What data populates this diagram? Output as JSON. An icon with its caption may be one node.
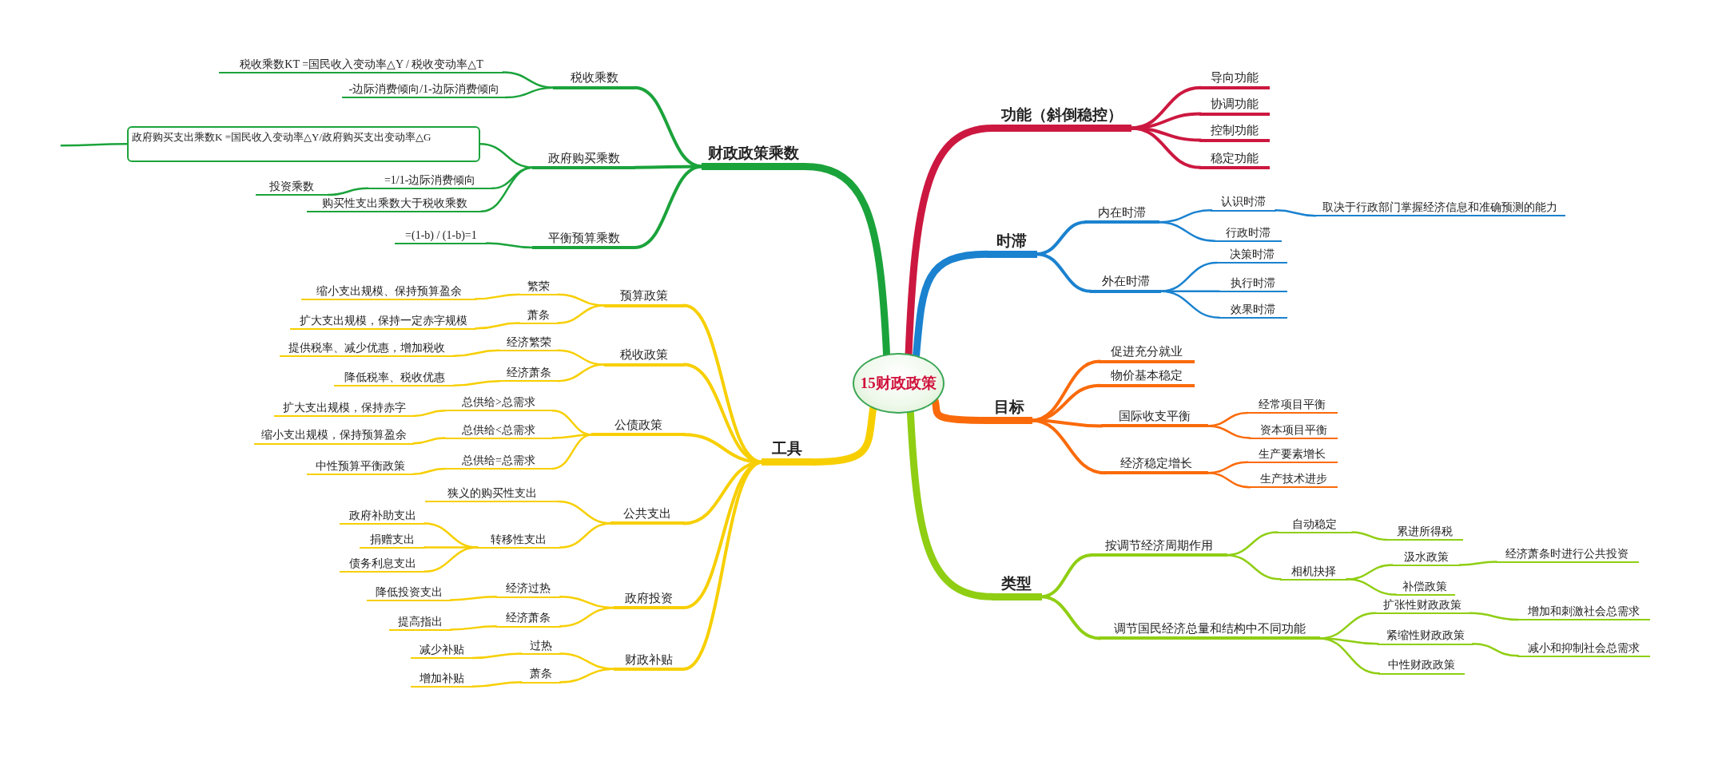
{
  "diagram": {
    "nodes": [
      {
        "text": [
          "15财政政策"
        ]
      },
      {
        "text": [
          "财政政策乘数"
        ]
      },
      {
        "text": [
          "税收乘数"
        ]
      },
      {
        "text": [
          "税收乘数KT =国民收入变动率△Y / 税收变动率△T"
        ]
      },
      {
        "text": [
          "-边际消费倾向/1-边际消费倾向"
        ]
      },
      {
        "text": [
          "政府购买乘数"
        ]
      },
      {
        "text": [
          "政府购买支出乘数K =国民收入变动率△Y/政府购买支出变动率△G"
        ]
      },
      {
        "text": [
          "=1/1-边际消费倾向"
        ]
      },
      {
        "text": [
          "投资乘数"
        ]
      },
      {
        "text": [
          "购买性支出乘数大于税收乘数"
        ]
      },
      {
        "text": [
          "平衡预算乘数"
        ]
      },
      {
        "text": [
          "=(1-b) / (1-b)=1"
        ]
      },
      {
        "text": [
          "工具"
        ]
      },
      {
        "text": [
          "预算政策"
        ]
      },
      {
        "text": [
          "繁荣"
        ]
      },
      {
        "text": [
          "缩小支出规模、保持预算盈余"
        ]
      },
      {
        "text": [
          "萧条"
        ]
      },
      {
        "text": [
          "扩大支出规模，保持一定赤字规模"
        ]
      },
      {
        "text": [
          "税收政策"
        ]
      },
      {
        "text": [
          "经济繁荣"
        ]
      },
      {
        "text": [
          "提供税率、减少优惠，增加税收"
        ]
      },
      {
        "text": [
          "经济萧条"
        ]
      },
      {
        "text": [
          "降低税率、税收优惠"
        ]
      },
      {
        "text": [
          "公债政策"
        ]
      },
      {
        "text": [
          "总供给>总需求"
        ]
      },
      {
        "text": [
          "扩大支出规模，保持赤字"
        ]
      },
      {
        "text": [
          "总供给<总需求"
        ]
      },
      {
        "text": [
          "缩小支出规模，保持预算盈余"
        ]
      },
      {
        "text": [
          "总供给=总需求"
        ]
      },
      {
        "text": [
          "中性预算平衡政策"
        ]
      },
      {
        "text": [
          "公共支出"
        ]
      },
      {
        "text": [
          "狭义的购买性支出"
        ]
      },
      {
        "text": [
          "转移性支出"
        ]
      },
      {
        "text": [
          "政府补助支出"
        ]
      },
      {
        "text": [
          "捐赠支出"
        ]
      },
      {
        "text": [
          "债务利息支出"
        ]
      },
      {
        "text": [
          "政府投资"
        ]
      },
      {
        "text": [
          "经济过热"
        ]
      },
      {
        "text": [
          "降低投资支出"
        ]
      },
      {
        "text": [
          "经济萧条"
        ]
      },
      {
        "text": [
          "提高指出"
        ]
      },
      {
        "text": [
          "财政补贴"
        ]
      },
      {
        "text": [
          "过热"
        ]
      },
      {
        "text": [
          "减少补贴"
        ]
      },
      {
        "text": [
          "萧条"
        ]
      },
      {
        "text": [
          "增加补贴"
        ]
      },
      {
        "text": [
          "功能（斜倒稳控）"
        ]
      },
      {
        "text": [
          "导向功能"
        ]
      },
      {
        "text": [
          "协调功能"
        ]
      },
      {
        "text": [
          "控制功能"
        ]
      },
      {
        "text": [
          "稳定功能"
        ]
      },
      {
        "text": [
          "时滞"
        ]
      },
      {
        "text": [
          "内在时滞"
        ]
      },
      {
        "text": [
          "认识时滞"
        ]
      },
      {
        "text": [
          "取决于行政部门掌握经济信息和准确预测的能力"
        ]
      },
      {
        "text": [
          "行政时滞"
        ]
      },
      {
        "text": [
          "外在时滞"
        ]
      },
      {
        "text": [
          "决策时滞"
        ]
      },
      {
        "text": [
          "执行时滞"
        ]
      },
      {
        "text": [
          "效果时滞"
        ]
      },
      {
        "text": [
          "目标"
        ]
      },
      {
        "text": [
          "促进充分就业"
        ]
      },
      {
        "text": [
          "物价基本稳定"
        ]
      },
      {
        "text": [
          "国际收支平衡"
        ]
      },
      {
        "text": [
          "经常项目平衡"
        ]
      },
      {
        "text": [
          "资本项目平衡"
        ]
      },
      {
        "text": [
          "经济稳定增长"
        ]
      },
      {
        "text": [
          "生产要素增长"
        ]
      },
      {
        "text": [
          "生产技术进步"
        ]
      },
      {
        "text": [
          "类型"
        ]
      },
      {
        "text": [
          "按调节经济周期作用"
        ]
      },
      {
        "text": [
          "自动稳定"
        ]
      },
      {
        "text": [
          "累进所得税"
        ]
      },
      {
        "text": [
          "相机抉择"
        ]
      },
      {
        "text": [
          "汲水政策"
        ]
      },
      {
        "text": [
          "经济萧条时进行公共投资"
        ]
      },
      {
        "text": [
          "补偿政策"
        ]
      },
      {
        "text": [
          "调节国民经济总量和结构中不同功能"
        ]
      },
      {
        "text": [
          "扩张性财政政策"
        ]
      },
      {
        "text": [
          "增加和刺激社会总需求"
        ]
      },
      {
        "text": [
          "紧缩性财政政策"
        ]
      },
      {
        "text": [
          "减小和抑制社会总需求"
        ]
      },
      {
        "text": [
          "中性财政政策"
        ]
      }
    ],
    "edges": [
      {
        "from": 0,
        "to": 1,
        "arrow": "none",
        "style": "thick",
        "color": "#1ba33b"
      },
      {
        "from": 1,
        "to": 2,
        "arrow": "none",
        "color": "#1ba33b"
      },
      {
        "from": 2,
        "to": 3,
        "arrow": "none",
        "color": "#1ba33b"
      },
      {
        "from": 2,
        "to": 4,
        "arrow": "none",
        "color": "#1ba33b"
      },
      {
        "from": 1,
        "to": 5,
        "arrow": "none",
        "color": "#1ba33b"
      },
      {
        "from": 5,
        "to": 6,
        "arrow": "none",
        "color": "#1ba33b"
      },
      {
        "from": 6,
        "to": null,
        "arrow": "none",
        "color": "#1ba33b"
      },
      {
        "from": 5,
        "to": 7,
        "arrow": "none",
        "color": "#1ba33b"
      },
      {
        "from": 7,
        "to": 8,
        "arrow": "none",
        "color": "#1ba33b"
      },
      {
        "from": 5,
        "to": 9,
        "arrow": "none",
        "color": "#1ba33b"
      },
      {
        "from": 1,
        "to": 10,
        "arrow": "none",
        "color": "#1ba33b"
      },
      {
        "from": 10,
        "to": 11,
        "arrow": "none",
        "color": "#1ba33b"
      },
      {
        "from": 0,
        "to": 12,
        "arrow": "none",
        "style": "thick"
      },
      {
        "from": 12,
        "to": 13,
        "arrow": "none"
      },
      {
        "from": 13,
        "to": 14,
        "arrow": "none"
      },
      {
        "from": 14,
        "to": 15,
        "arrow": "none"
      },
      {
        "from": 13,
        "to": 16,
        "arrow": "none"
      },
      {
        "from": 16,
        "to": 17,
        "arrow": "none"
      },
      {
        "from": 12,
        "to": 18,
        "arrow": "none"
      },
      {
        "from": 18,
        "to": 19,
        "arrow": "none"
      },
      {
        "from": 19,
        "to": 20,
        "arrow": "none"
      },
      {
        "from": 18,
        "to": 21,
        "arrow": "none"
      },
      {
        "from": 21,
        "to": 22,
        "arrow": "none"
      },
      {
        "from": 12,
        "to": 23,
        "arrow": "none"
      },
      {
        "from": 23,
        "to": 24,
        "arrow": "none"
      },
      {
        "from": 24,
        "to": 25,
        "arrow": "none"
      },
      {
        "from": 23,
        "to": 26,
        "arrow": "none"
      },
      {
        "from": 26,
        "to": 27,
        "arrow": "none"
      },
      {
        "from": 23,
        "to": 28,
        "arrow": "none"
      },
      {
        "from": 28,
        "to": 29,
        "arrow": "none"
      },
      {
        "from": 12,
        "to": 30,
        "arrow": "none"
      },
      {
        "from": 30,
        "to": 31,
        "arrow": "none"
      },
      {
        "from": 30,
        "to": 32,
        "arrow": "none"
      },
      {
        "from": 32,
        "to": 33,
        "arrow": "none"
      },
      {
        "from": 32,
        "to": 34,
        "arrow": "none"
      },
      {
        "from": 32,
        "to": 35,
        "arrow": "none"
      },
      {
        "from": 12,
        "to": 36,
        "arrow": "none"
      },
      {
        "from": 36,
        "to": 37,
        "arrow": "none"
      },
      {
        "from": 37,
        "to": 38,
        "arrow": "none"
      },
      {
        "from": 36,
        "to": 39,
        "arrow": "none"
      },
      {
        "from": 39,
        "to": 40,
        "arrow": "none"
      },
      {
        "from": 12,
        "to": 41,
        "arrow": "none"
      },
      {
        "from": 41,
        "to": 42,
        "arrow": "none"
      },
      {
        "from": 42,
        "to": 43,
        "arrow": "none"
      },
      {
        "from": 41,
        "to": 44,
        "arrow": "none"
      },
      {
        "from": 44,
        "to": 45,
        "arrow": "none"
      },
      {
        "from": 0,
        "to": 46,
        "arrow": "none",
        "style": "thick",
        "color": "#cc1840"
      },
      {
        "from": 46,
        "to": 47,
        "arrow": "none",
        "color": "#cc1840"
      },
      {
        "from": 46,
        "to": 48,
        "arrow": "none",
        "color": "#cc1840"
      },
      {
        "from": 46,
        "to": 49,
        "arrow": "none",
        "color": "#cc1840"
      },
      {
        "from": 46,
        "to": 50,
        "arrow": "none",
        "color": "#cc1840"
      },
      {
        "from": 0,
        "to": 51,
        "arrow": "none",
        "style": "thick",
        "color": "#1b82cf"
      },
      {
        "from": 51,
        "to": 52,
        "arrow": "none",
        "color": "#1b82cf"
      },
      {
        "from": 52,
        "to": 53,
        "arrow": "none",
        "color": "#1b82cf"
      },
      {
        "from": 53,
        "to": 54,
        "arrow": "none",
        "color": "#1b82cf"
      },
      {
        "from": 52,
        "to": 55,
        "arrow": "none",
        "color": "#1b82cf"
      },
      {
        "from": 51,
        "to": 56,
        "arrow": "none",
        "color": "#1b82cf"
      },
      {
        "from": 56,
        "to": 57,
        "arrow": "none",
        "color": "#1b82cf"
      },
      {
        "from": 56,
        "to": 58,
        "arrow": "none",
        "color": "#1b82cf"
      },
      {
        "from": 56,
        "to": 59,
        "arrow": "none",
        "color": "#1b82cf"
      },
      {
        "from": 0,
        "to": 60,
        "arrow": "none",
        "style": "thick",
        "color": "#fa6a0a"
      },
      {
        "from": 60,
        "to": 61,
        "arrow": "none",
        "color": "#fa6a0a"
      },
      {
        "from": 60,
        "to": 62,
        "arrow": "none",
        "color": "#fa6a0a"
      },
      {
        "from": 60,
        "to": 63,
        "arrow": "none",
        "color": "#fa6a0a"
      },
      {
        "from": 63,
        "to": 64,
        "arrow": "none",
        "color": "#fa6a0a"
      },
      {
        "from": 63,
        "to": 65,
        "arrow": "none",
        "color": "#fa6a0a"
      },
      {
        "from": 60,
        "to": 66,
        "arrow": "none",
        "color": "#fa6a0a"
      },
      {
        "from": 66,
        "to": 67,
        "arrow": "none",
        "color": "#fa6a0a"
      },
      {
        "from": 66,
        "to": 68,
        "arrow": "none",
        "color": "#fa6a0a"
      },
      {
        "from": 0,
        "to": 69,
        "arrow": "none",
        "style": "thick",
        "color": "#8fce13"
      },
      {
        "from": 69,
        "to": 70,
        "arrow": "none",
        "color": "#8fce13"
      },
      {
        "from": 70,
        "to": 71,
        "arrow": "none",
        "color": "#8fce13"
      },
      {
        "from": 71,
        "to": 72,
        "arrow": "none",
        "color": "#8fce13"
      },
      {
        "from": 70,
        "to": 73,
        "arrow": "none",
        "color": "#8fce13"
      },
      {
        "from": 73,
        "to": 74,
        "arrow": "none",
        "color": "#8fce13"
      },
      {
        "from": 74,
        "to": 75,
        "arrow": "none",
        "color": "#8fce13"
      },
      {
        "from": 73,
        "to": 76,
        "arrow": "none",
        "color": "#8fce13"
      },
      {
        "from": 69,
        "to": 77,
        "arrow": "none",
        "color": "#8fce13"
      },
      {
        "from": 77,
        "to": 78,
        "arrow": "none",
        "color": "#8fce13"
      },
      {
        "from": 78,
        "to": 79,
        "arrow": "none",
        "color": "#8fce13"
      },
      {
        "from": 77,
        "to": 80,
        "arrow": "none",
        "color": "#8fce13"
      },
      {
        "from": 80,
        "to": 81,
        "arrow": "none",
        "color": "#8fce13"
      },
      {
        "from": 77,
        "to": 82,
        "arrow": "none",
        "color": "#8fce13"
      }
    ]
  }
}
